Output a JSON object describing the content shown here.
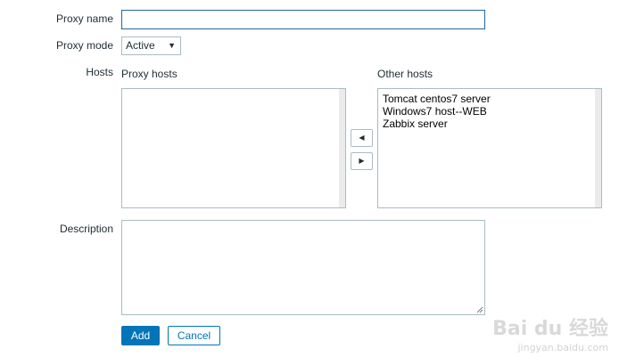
{
  "form": {
    "proxy_name": {
      "label": "Proxy name",
      "value": ""
    },
    "proxy_mode": {
      "label": "Proxy mode",
      "selected": "Active"
    },
    "hosts": {
      "label": "Hosts",
      "proxy_hosts_title": "Proxy hosts",
      "other_hosts_title": "Other hosts",
      "proxy_hosts": [],
      "other_hosts": [
        "Tomcat centos7 server",
        "Windows7 host--WEB",
        "Zabbix server"
      ],
      "move_left_symbol": "◀",
      "move_right_symbol": "▶"
    },
    "description": {
      "label": "Description",
      "value": ""
    },
    "buttons": {
      "add_label": "Add",
      "cancel_label": "Cancel"
    }
  },
  "watermark": {
    "brand": "Bai du 经验",
    "url": "jingyan.baidu.com"
  },
  "colors": {
    "primary": "#0275b8",
    "border": "#acbbc2",
    "focus_border": "#1f65a6",
    "scrolltrack": "#ebebeb"
  }
}
